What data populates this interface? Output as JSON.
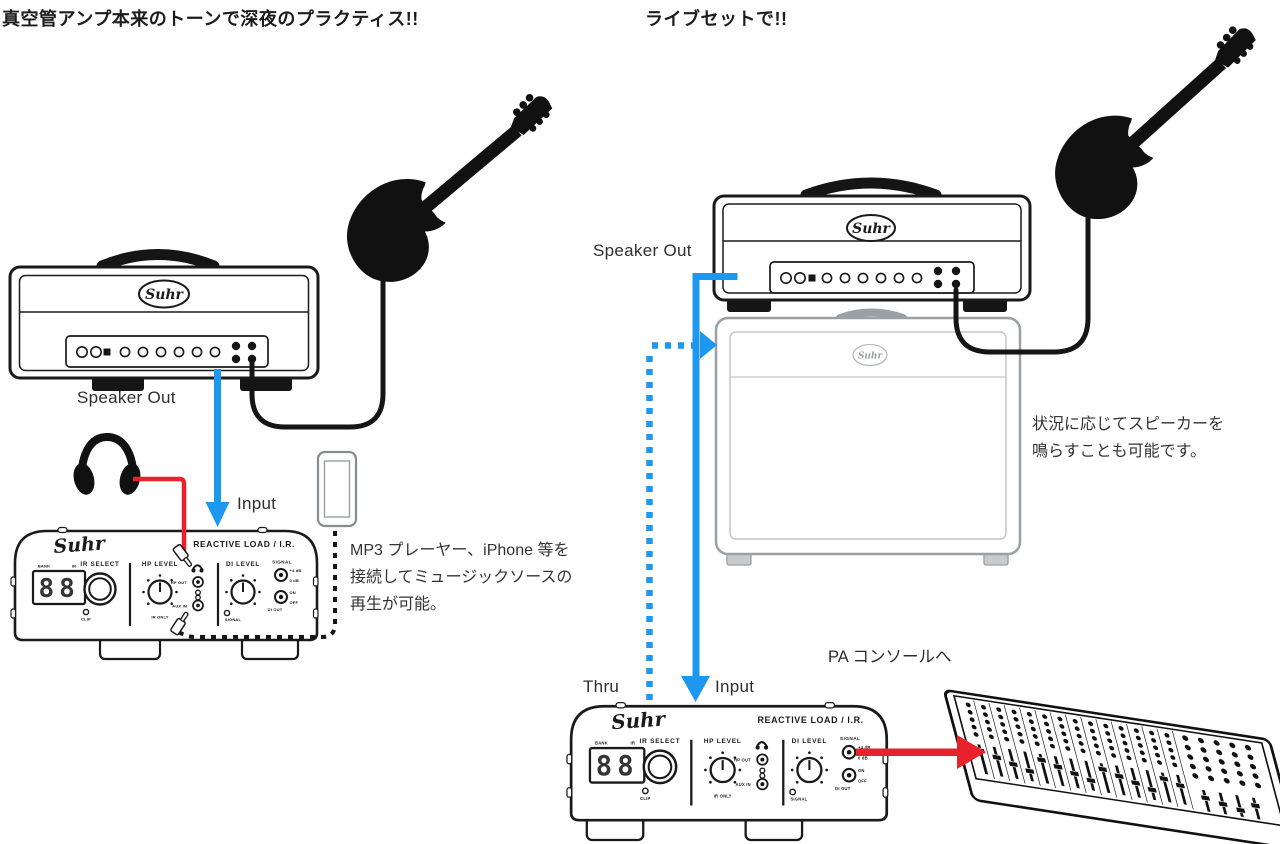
{
  "scene": {
    "left_title": "真空管アンプ本来のトーンで深夜のプラクティス!!",
    "right_title": "ライブセットで!!"
  },
  "labels": {
    "speaker_out_left": "Speaker Out",
    "input_left": "Input",
    "speaker_out_right": "Speaker Out",
    "thru": "Thru",
    "input_right": "Input",
    "pa_console": "PA コンソールへ"
  },
  "notes": {
    "mp3": [
      "MP3 プレーヤー、iPhone 等を",
      "接続してミュージックソースの",
      "再生が可能。"
    ],
    "cab": [
      "状況に応じてスピーカーを",
      "鳴らすことも可能です。"
    ]
  },
  "brand": {
    "logo": "Suhr"
  },
  "device": {
    "model": "REACTIVE LOAD / I.R.",
    "ir_select": "IR SELECT",
    "hp_level": "HP LEVEL",
    "di_level": "DI LEVEL",
    "signal": "SIGNAL",
    "bank": "BANK",
    "ir": "IR",
    "display": "88",
    "hp_out": "HP OUT",
    "aux_in": "AUX IN",
    "clip": "CLIP",
    "ir_only": "IR ONLY",
    "signal_led": "SIGNAL",
    "plus4": "+4 dB",
    "zero": "0 dB",
    "on": "ON",
    "off": "OFF",
    "di_out": "DI OUT"
  },
  "colors": {
    "blue": "#1e97ef",
    "red": "#e7222d",
    "ink": "#1a1a1a",
    "cab_gray": "#9aa0a4"
  }
}
